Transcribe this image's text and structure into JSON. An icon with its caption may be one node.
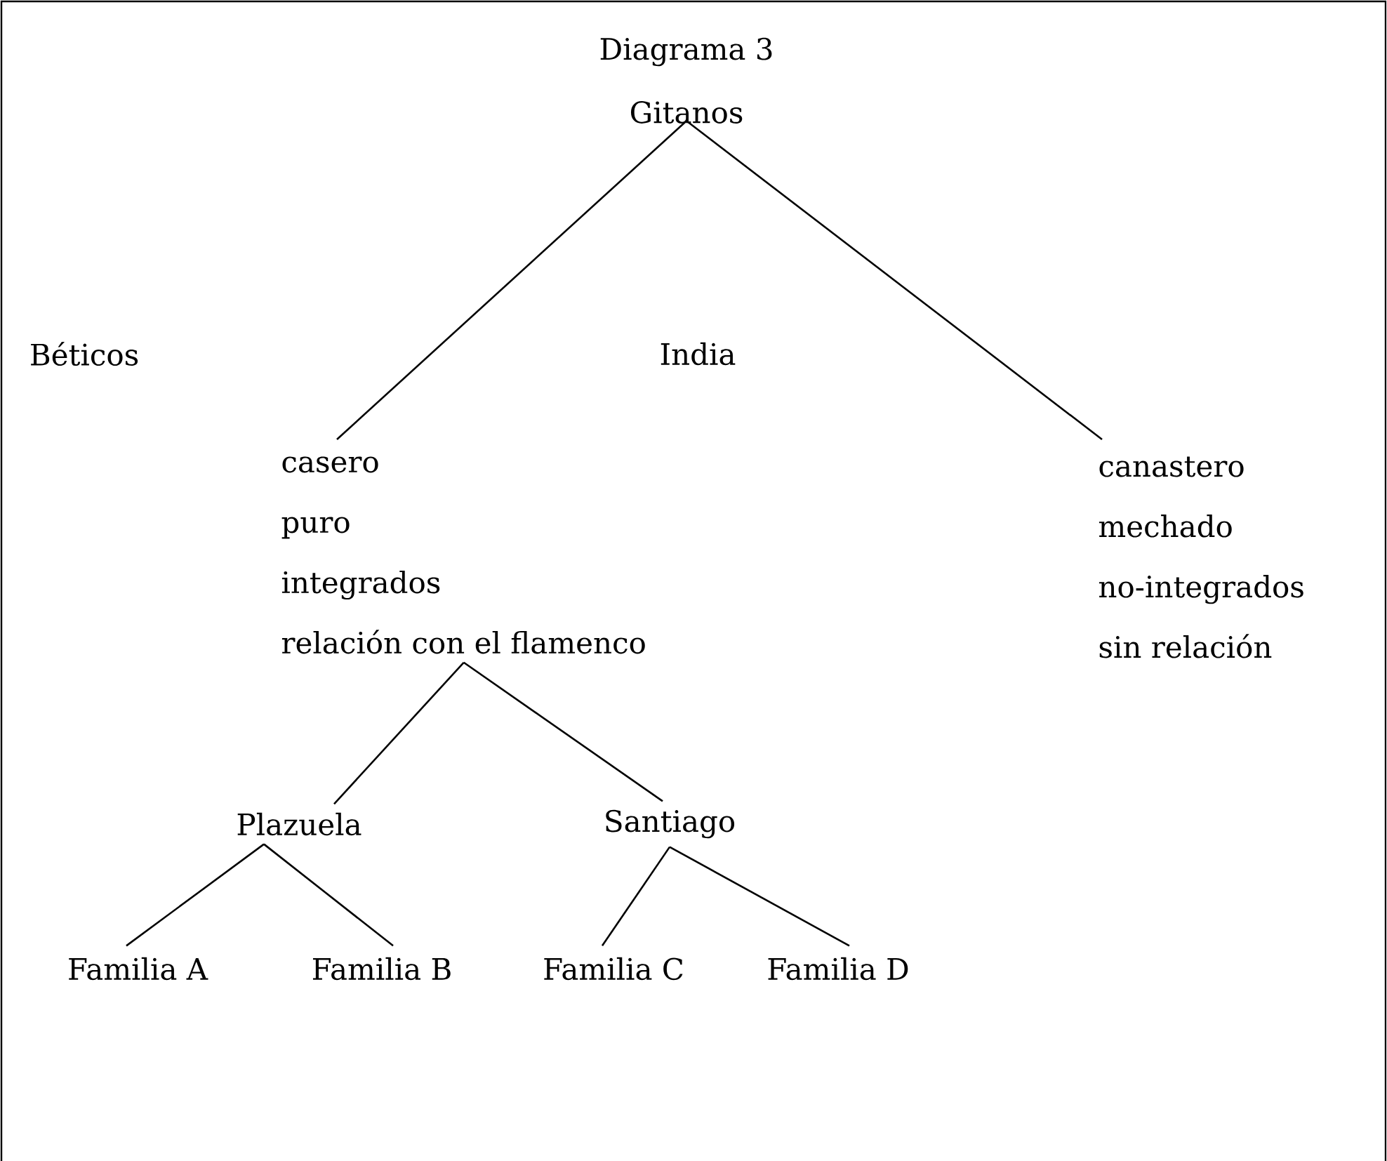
{
  "diagram": {
    "title": "Diagrama 3",
    "nodes": [
      {
        "text": [
          "Gitanos"
        ]
      },
      {
        "text": [
          "casero",
          "puro",
          "integrados",
          "relación con el flamenco"
        ]
      },
      {
        "text": [
          "canastero",
          "mechado",
          "no-integrados",
          "sin relación"
        ]
      },
      {
        "text": [
          "Plazuela"
        ]
      },
      {
        "text": [
          "Santiago"
        ]
      },
      {
        "text": [
          "Familia A"
        ]
      },
      {
        "text": [
          "Familia B"
        ]
      },
      {
        "text": [
          "Familia C"
        ]
      },
      {
        "text": [
          "Familia D"
        ]
      }
    ],
    "edges": [
      {
        "from": 0,
        "to": 1,
        "arrow": "none"
      },
      {
        "from": 0,
        "to": 2,
        "arrow": "none"
      },
      {
        "from": 1,
        "to": 3,
        "arrow": "none"
      },
      {
        "from": 1,
        "to": 4,
        "arrow": "none"
      },
      {
        "from": 3,
        "to": 5,
        "arrow": "none"
      },
      {
        "from": 3,
        "to": 6,
        "arrow": "none"
      },
      {
        "from": 4,
        "to": 7,
        "arrow": "none"
      },
      {
        "from": 4,
        "to": 8,
        "arrow": "none"
      }
    ],
    "labels": [
      "Béticos",
      "India"
    ]
  }
}
